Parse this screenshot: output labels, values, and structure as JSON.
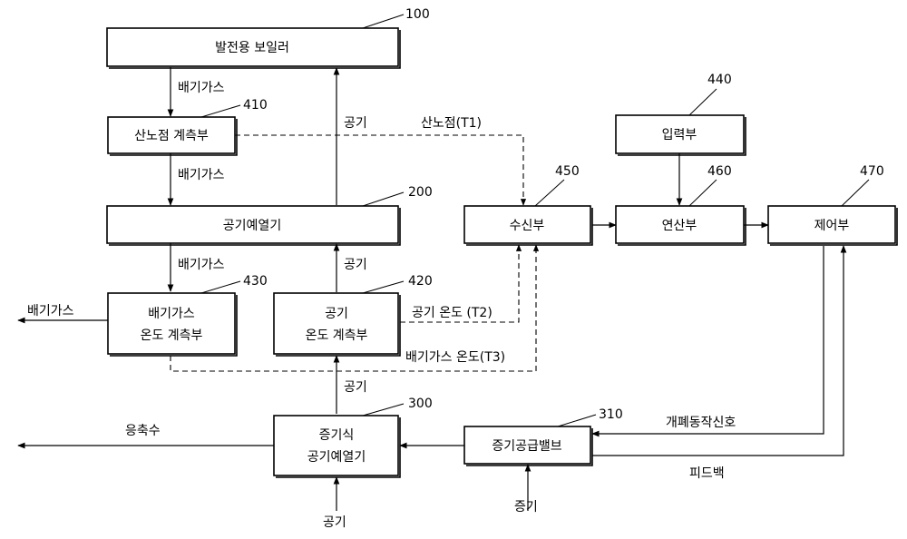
{
  "boxes": {
    "boiler": {
      "label": "발전용 보일러",
      "ref": "100"
    },
    "dewpoint_meter": {
      "label": "산노점 계측부",
      "ref": "410"
    },
    "air_preheater": {
      "label": "공기예열기",
      "ref": "200"
    },
    "exhaust_temp_meter": {
      "label1": "배기가스",
      "label2": "온도 계측부",
      "ref": "430"
    },
    "air_temp_meter": {
      "label1": "공기",
      "label2": "온도 계측부",
      "ref": "420"
    },
    "steam_air_preheater": {
      "label1": "증기식",
      "label2": "공기예열기",
      "ref": "300"
    },
    "steam_valve": {
      "label": "증기공급밸브",
      "ref": "310"
    },
    "input_unit": {
      "label": "입력부",
      "ref": "440"
    },
    "receiver": {
      "label": "수신부",
      "ref": "450"
    },
    "calculator": {
      "label": "연산부",
      "ref": "460"
    },
    "controller": {
      "label": "제어부",
      "ref": "470"
    }
  },
  "flows": {
    "exhaust_gas_1": "배기가스",
    "exhaust_gas_2": "배기가스",
    "exhaust_gas_3": "배기가스",
    "exhaust_gas_out": "배기가스",
    "air_1": "공기",
    "air_2": "공기",
    "air_3": "공기",
    "air_in": "공기",
    "condensate": "응축수",
    "steam_in": "증기",
    "open_close_signal": "개폐동작신호",
    "feedback": "피드백"
  },
  "signals": {
    "t1": "산노점(T1)",
    "t2": "공기 온도 (T2)",
    "t3": "배기가스 온도(T3)"
  }
}
